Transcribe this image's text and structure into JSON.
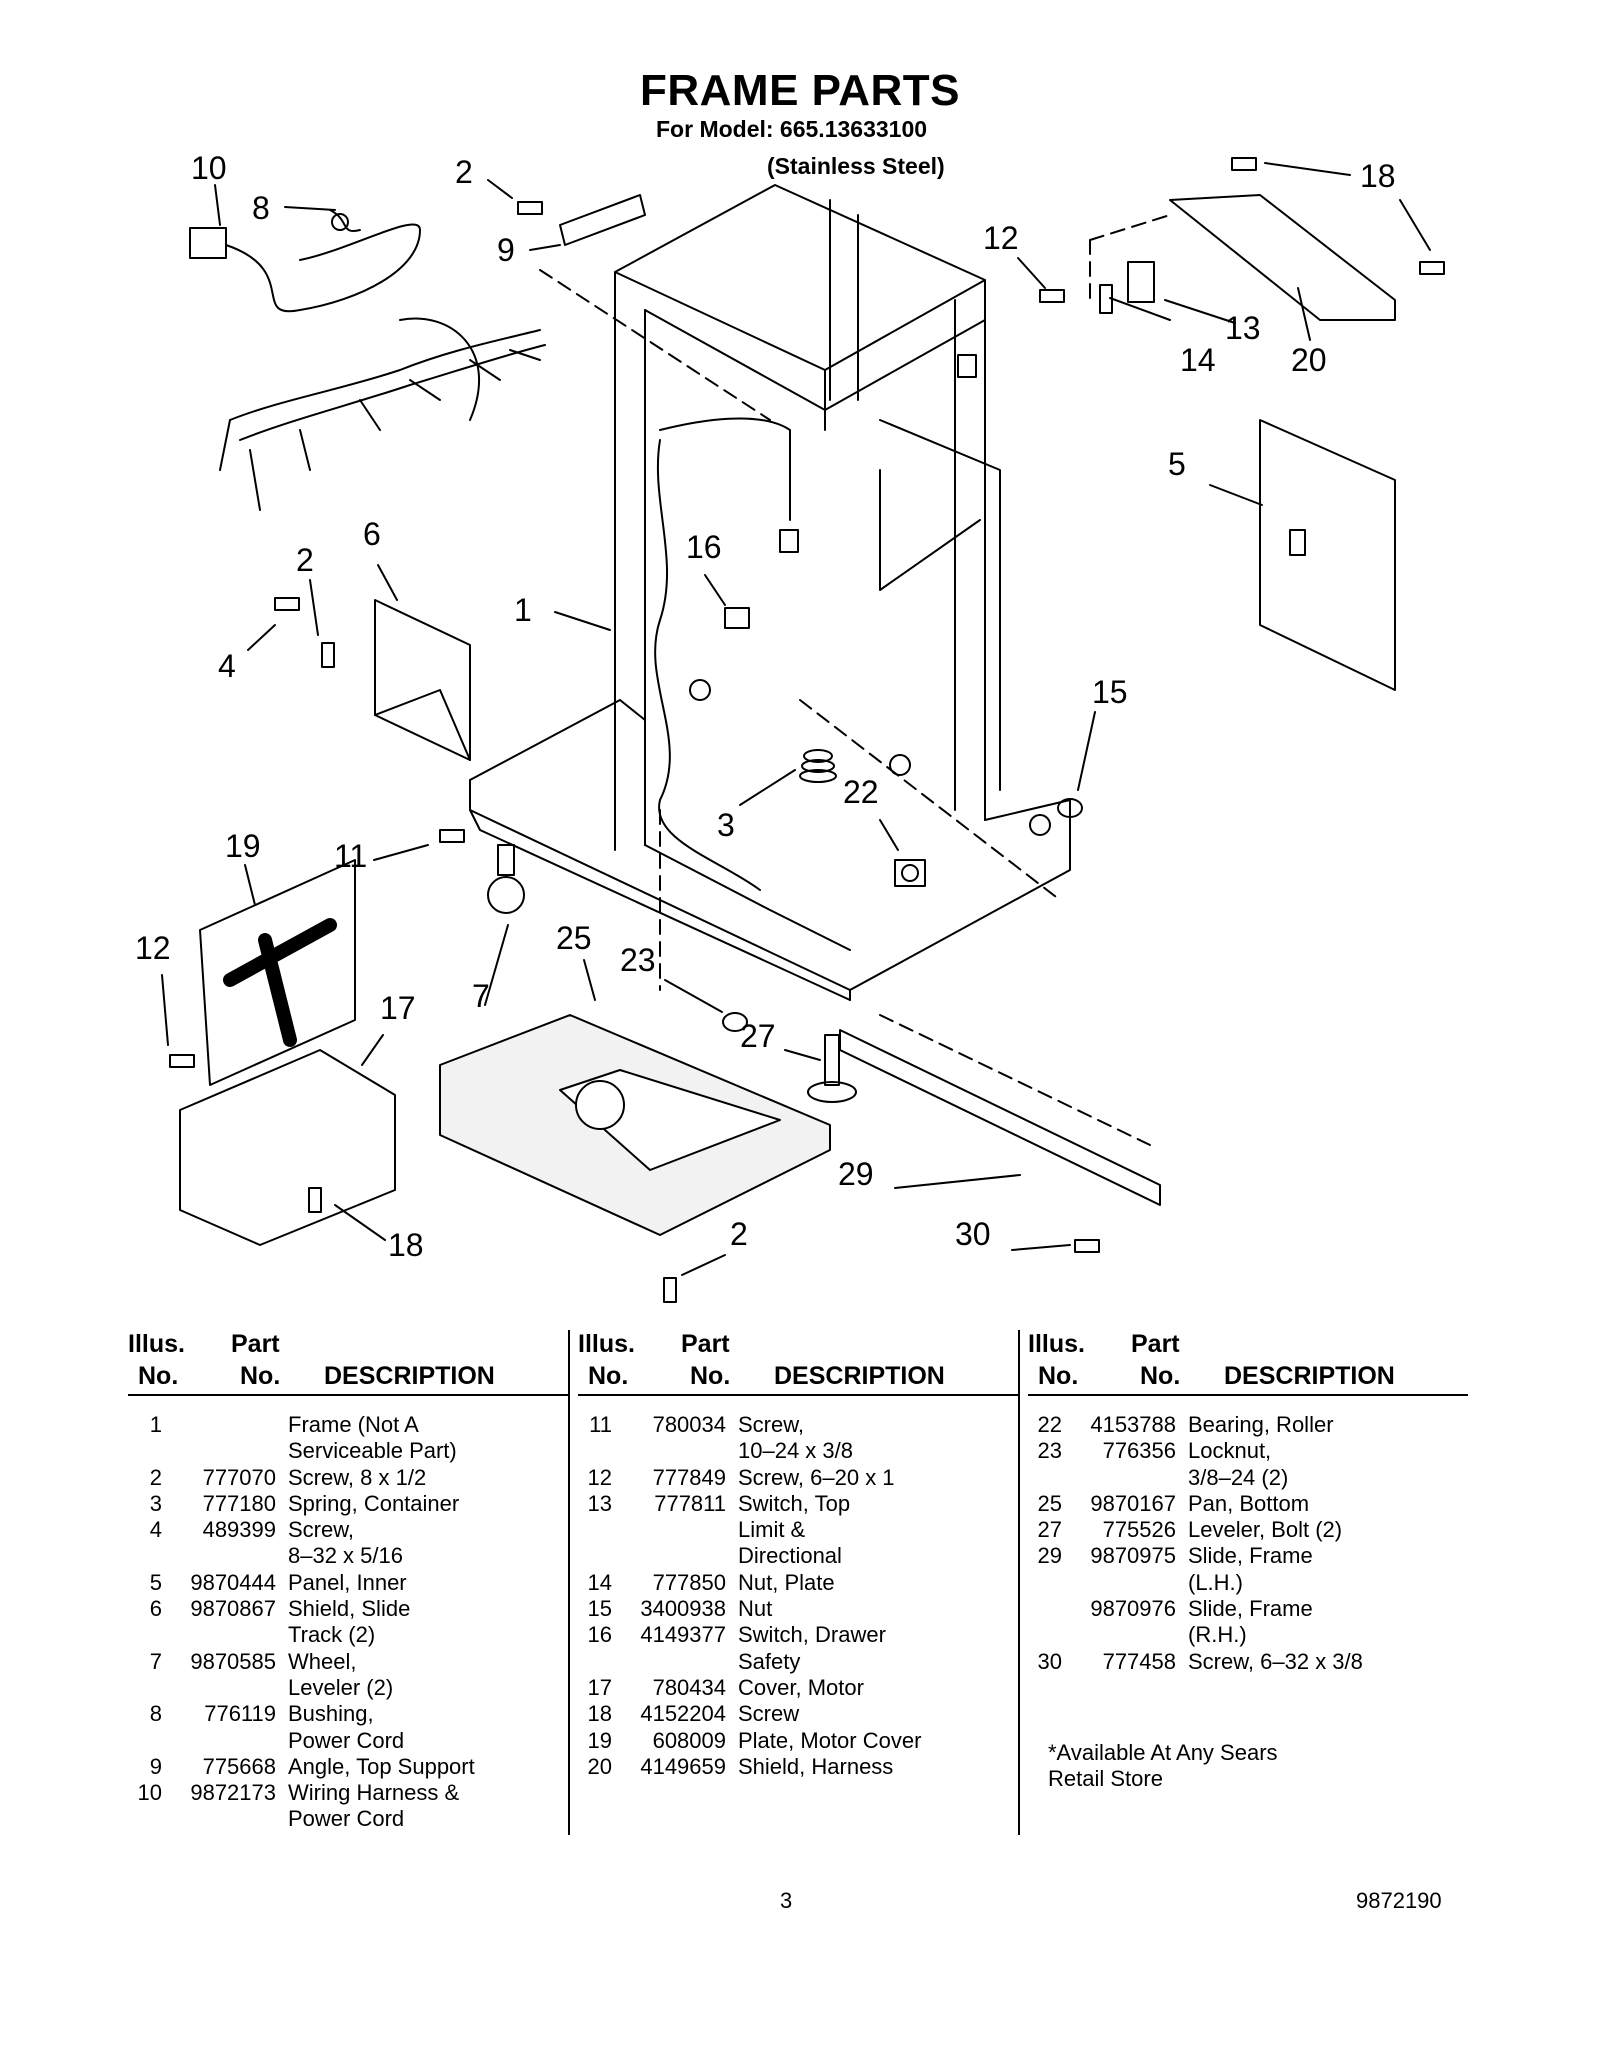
{
  "header": {
    "title": "FRAME PARTS",
    "model": "For Model: 665.13633100",
    "variant": "(Stainless Steel)"
  },
  "callouts": [
    "10",
    "8",
    "2",
    "9",
    "12",
    "18",
    "13",
    "14",
    "20",
    "5",
    "6",
    "2",
    "1",
    "16",
    "4",
    "15",
    "3",
    "22",
    "19",
    "11",
    "12",
    "7",
    "25",
    "23",
    "17",
    "27",
    "29",
    "18",
    "30",
    "2"
  ],
  "table": {
    "col_illus_line1": "Illus.",
    "col_illus_line2": "No.",
    "col_part_line1": "Part",
    "col_part_line2": "No.",
    "col_desc": "DESCRIPTION",
    "columns": [
      [
        {
          "illus": "1",
          "part": "",
          "desc": [
            "Frame (Not A",
            "Serviceable Part)"
          ]
        },
        {
          "illus": "2",
          "part": "777070",
          "desc": [
            "Screw, 8 x 1/2"
          ]
        },
        {
          "illus": "3",
          "part": "777180",
          "desc": [
            "Spring, Container"
          ]
        },
        {
          "illus": "4",
          "part": "489399",
          "desc": [
            "Screw,",
            "8–32 x 5/16"
          ]
        },
        {
          "illus": "5",
          "part": "9870444",
          "desc": [
            "Panel, Inner"
          ]
        },
        {
          "illus": "6",
          "part": "9870867",
          "desc": [
            "Shield, Slide",
            "Track (2)"
          ]
        },
        {
          "illus": "7",
          "part": "9870585",
          "desc": [
            "Wheel,",
            "Leveler (2)"
          ]
        },
        {
          "illus": "8",
          "part": "776119",
          "desc": [
            "Bushing,",
            "Power Cord"
          ]
        },
        {
          "illus": "9",
          "part": "775668",
          "desc": [
            "Angle, Top Support"
          ]
        },
        {
          "illus": "10",
          "part": "9872173",
          "desc": [
            "Wiring Harness &",
            "Power Cord"
          ]
        }
      ],
      [
        {
          "illus": "11",
          "part": "780034",
          "desc": [
            "Screw,",
            "10–24 x 3/8"
          ]
        },
        {
          "illus": "12",
          "part": "777849",
          "desc": [
            "Screw, 6–20 x 1"
          ]
        },
        {
          "illus": "13",
          "part": "777811",
          "desc": [
            "Switch, Top",
            "Limit &",
            "Directional"
          ]
        },
        {
          "illus": "14",
          "part": "777850",
          "desc": [
            "Nut, Plate"
          ]
        },
        {
          "illus": "15",
          "part": "3400938",
          "desc": [
            "Nut"
          ]
        },
        {
          "illus": "16",
          "part": "4149377",
          "desc": [
            "Switch, Drawer",
            "Safety"
          ]
        },
        {
          "illus": "17",
          "part": "780434",
          "desc": [
            "Cover, Motor"
          ]
        },
        {
          "illus": "18",
          "part": "4152204",
          "desc": [
            "Screw"
          ]
        },
        {
          "illus": "19",
          "part": "608009",
          "desc": [
            "Plate, Motor Cover"
          ]
        },
        {
          "illus": "20",
          "part": "4149659",
          "desc": [
            "Shield, Harness"
          ]
        }
      ],
      [
        {
          "illus": "22",
          "part": "4153788",
          "desc": [
            "Bearing, Roller"
          ]
        },
        {
          "illus": "23",
          "part": "776356",
          "desc": [
            "Locknut,",
            "3/8–24 (2)"
          ]
        },
        {
          "illus": "25",
          "part": "9870167",
          "desc": [
            "Pan, Bottom"
          ]
        },
        {
          "illus": "27",
          "part": "775526",
          "desc": [
            "Leveler, Bolt (2)"
          ]
        },
        {
          "illus": "29",
          "part": "9870975",
          "desc": [
            "Slide, Frame",
            "(L.H.)"
          ]
        },
        {
          "illus": "",
          "part": "9870976",
          "desc": [
            "Slide, Frame",
            "(R.H.)"
          ]
        },
        {
          "illus": "30",
          "part": "777458",
          "desc": [
            "Screw, 6–32 x 3/8"
          ]
        }
      ]
    ],
    "footnote_line1": "*Available At Any Sears",
    "footnote_line2": "Retail Store"
  },
  "footer": {
    "page_number": "3",
    "doc_number": "9872190"
  }
}
